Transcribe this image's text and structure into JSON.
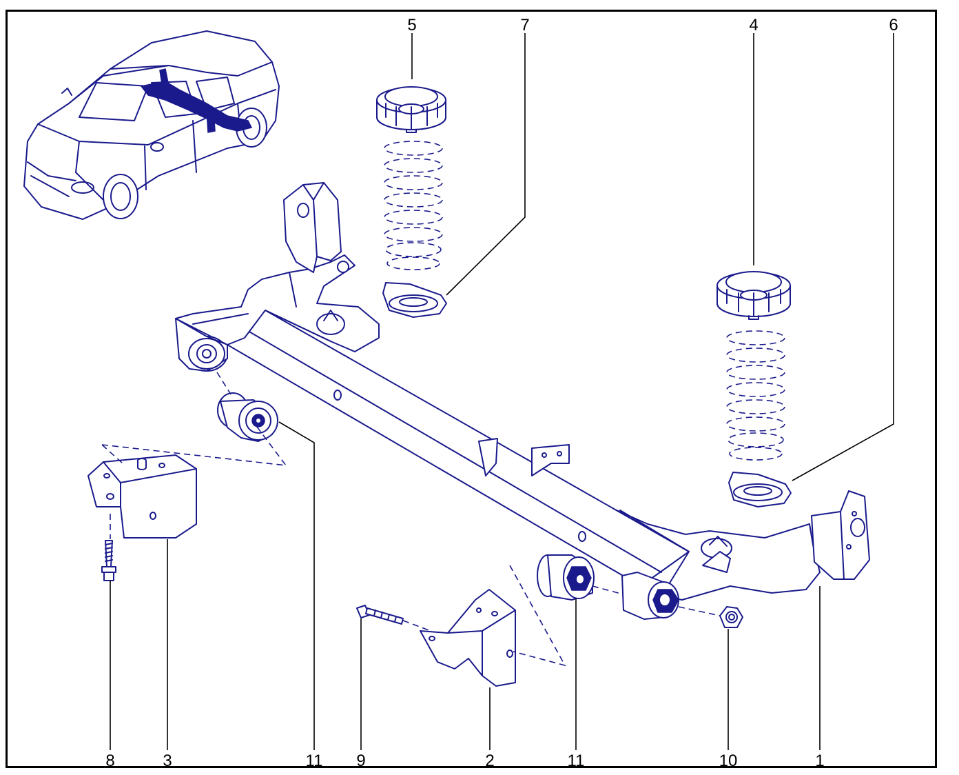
{
  "callouts": [
    {
      "id": "c1",
      "label": "1"
    },
    {
      "id": "c2",
      "label": "2"
    },
    {
      "id": "c3",
      "label": "3"
    },
    {
      "id": "c4",
      "label": "4"
    },
    {
      "id": "c5",
      "label": "5"
    },
    {
      "id": "c6",
      "label": "6"
    },
    {
      "id": "c7",
      "label": "7"
    },
    {
      "id": "c8",
      "label": "8"
    },
    {
      "id": "c9",
      "label": "9"
    },
    {
      "id": "c10",
      "label": "10"
    },
    {
      "id": "c11a",
      "label": "11"
    },
    {
      "id": "c11b",
      "label": "11"
    }
  ],
  "colors": {
    "line": "#1a1a8c",
    "frame": "#000000",
    "background": "#ffffff"
  }
}
